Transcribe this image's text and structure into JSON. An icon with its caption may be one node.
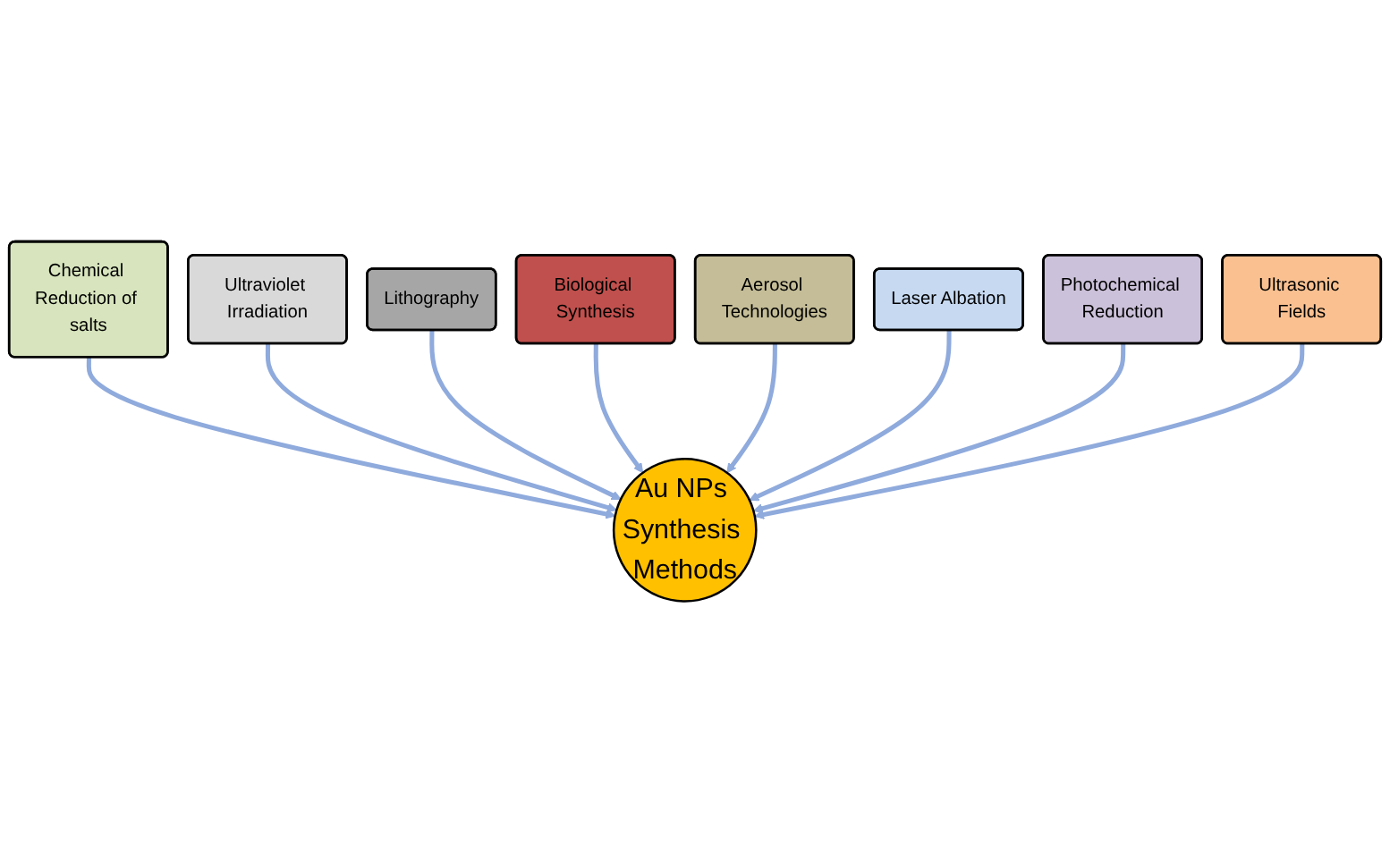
{
  "diagram": {
    "nodes": [
      {
        "text": [
          "Chemical Reduction of salts"
        ]
      },
      {
        "text": [
          "Ultraviolet Irradiation"
        ]
      },
      {
        "text": [
          "Lithography"
        ]
      },
      {
        "text": [
          "Biological Synthesis"
        ]
      },
      {
        "text": [
          "Aerosol Technologies"
        ]
      },
      {
        "text": [
          "Laser Albation"
        ]
      },
      {
        "text": [
          "Photochemical Reduction"
        ]
      },
      {
        "text": [
          "Ultrasonic Fields"
        ]
      },
      {
        "text": [
          "Au NPs Synthesis Methods"
        ]
      }
    ],
    "edges": [
      {
        "from": 0,
        "to": 8,
        "arrow": "to"
      },
      {
        "from": 1,
        "to": 8,
        "arrow": "to"
      },
      {
        "from": 2,
        "to": 8,
        "arrow": "to"
      },
      {
        "from": 3,
        "to": 8,
        "arrow": "to"
      },
      {
        "from": 4,
        "to": 8,
        "arrow": "to"
      },
      {
        "from": 5,
        "to": 8,
        "arrow": "to"
      },
      {
        "from": 6,
        "to": 8,
        "arrow": "to"
      },
      {
        "from": 7,
        "to": 8,
        "arrow": "to"
      }
    ]
  }
}
